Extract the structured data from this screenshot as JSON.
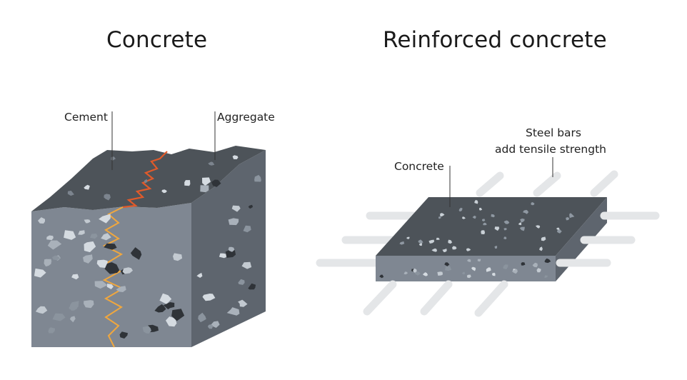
{
  "left_panel": {
    "title": "Concrete",
    "labels": {
      "cement": "Cement",
      "aggregate": "Aggregate"
    }
  },
  "right_panel": {
    "title": "Reinforced concrete",
    "labels": {
      "concrete": "Concrete",
      "steel_line1": "Steel bars",
      "steel_line2": "add tensile strength"
    }
  },
  "colors": {
    "concrete_top": "#4d5359",
    "concrete_front": "#7f8792",
    "concrete_side": "#5e656e",
    "aggregate_light": "#d5dbe1",
    "aggregate_dark": "#2f3338",
    "steel_bar": "#e4e6e8",
    "crack_top": "#e15a2a",
    "crack_front": "#f0a73e"
  }
}
